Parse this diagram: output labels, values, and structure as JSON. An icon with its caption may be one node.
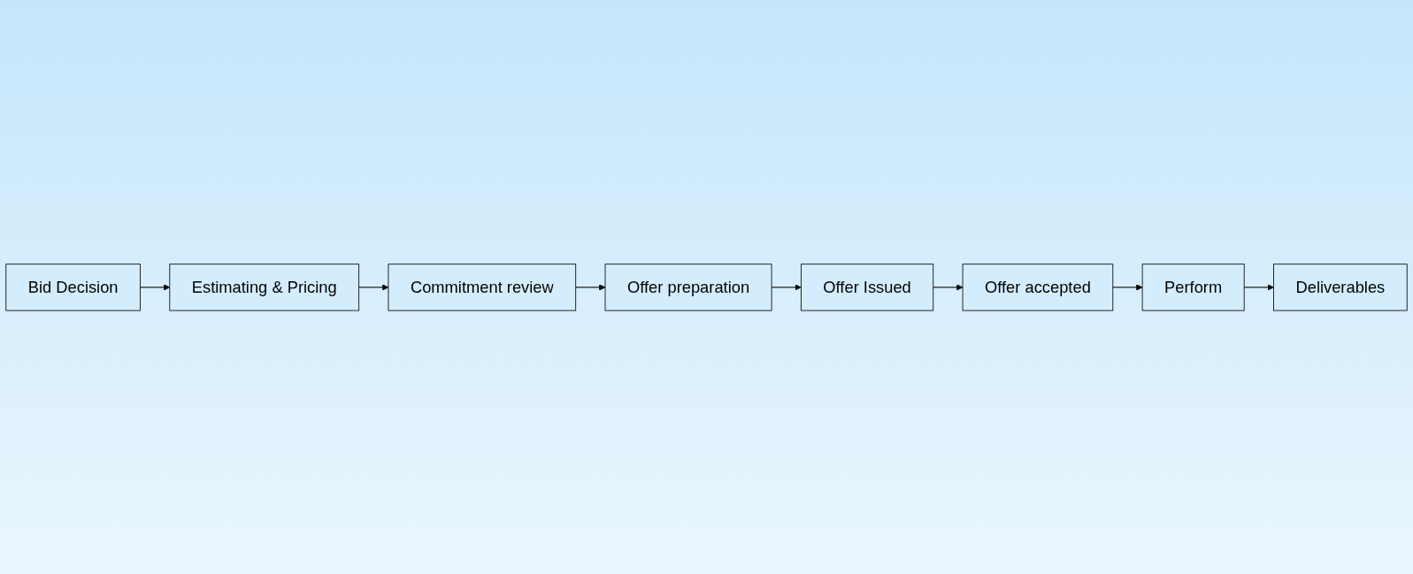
{
  "diagram": {
    "nodes": [
      {
        "text": [
          "Bid Decision"
        ]
      },
      {
        "text": [
          "Estimating & Pricing"
        ]
      },
      {
        "text": [
          "Commitment review"
        ]
      },
      {
        "text": [
          "Offer preparation"
        ]
      },
      {
        "text": [
          "Offer Issued"
        ]
      },
      {
        "text": [
          "Offer accepted"
        ]
      },
      {
        "text": [
          "Perform"
        ]
      },
      {
        "text": [
          "Deliverables"
        ]
      }
    ],
    "edges": [
      {
        "from": 0,
        "to": 1,
        "arrow": "to"
      },
      {
        "from": 1,
        "to": 2,
        "arrow": "to"
      },
      {
        "from": 2,
        "to": 3,
        "arrow": "to"
      },
      {
        "from": 3,
        "to": 4,
        "arrow": "to"
      },
      {
        "from": 4,
        "to": 5,
        "arrow": "to"
      },
      {
        "from": 5,
        "to": 6,
        "arrow": "to"
      },
      {
        "from": 6,
        "to": 7,
        "arrow": "to"
      }
    ]
  }
}
